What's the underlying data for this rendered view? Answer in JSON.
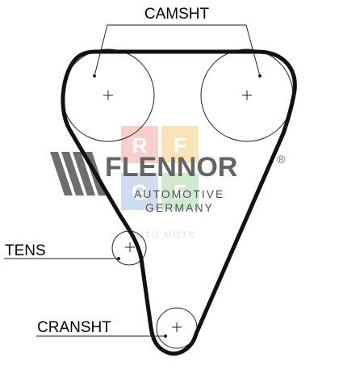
{
  "labels": {
    "camshaft": "CAMSHT",
    "tensioner": "TENS",
    "crankshaft": "CRANSHT"
  },
  "watermark": {
    "brand": "FLENNOR",
    "registered": "®",
    "line1": "AUTOMOTIVE",
    "line2": "GERMANY",
    "tag": "AUTO MOTO",
    "tile_letters": [
      "R",
      "F",
      "F",
      "G"
    ],
    "tile_colors": [
      "#f6c7c3",
      "#f9e0ae",
      "#c9e6c7",
      "#c8d8ee"
    ],
    "logo_color": "#4a4a4a",
    "icon": "flennor-logo-icon"
  },
  "colors": {
    "belt": "#111111",
    "line": "#222222",
    "text": "#000000"
  }
}
